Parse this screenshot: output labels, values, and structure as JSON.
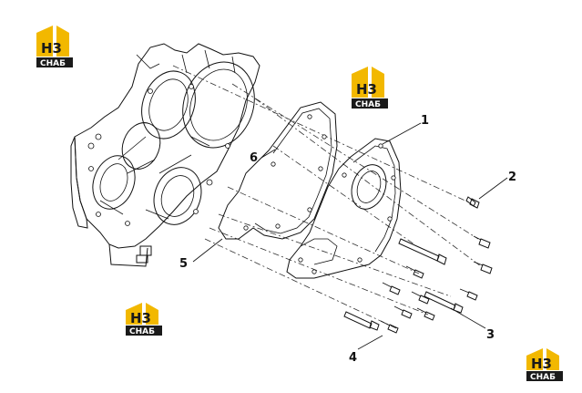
{
  "callouts": {
    "c1": "1",
    "c2": "2",
    "c3": "3",
    "c4": "4",
    "c5": "5",
    "c6": "6"
  },
  "logo": {
    "mark": "H3",
    "word": "CHAБ",
    "color_yellow": "#f2b800",
    "color_dark": "#1a1a1a"
  }
}
